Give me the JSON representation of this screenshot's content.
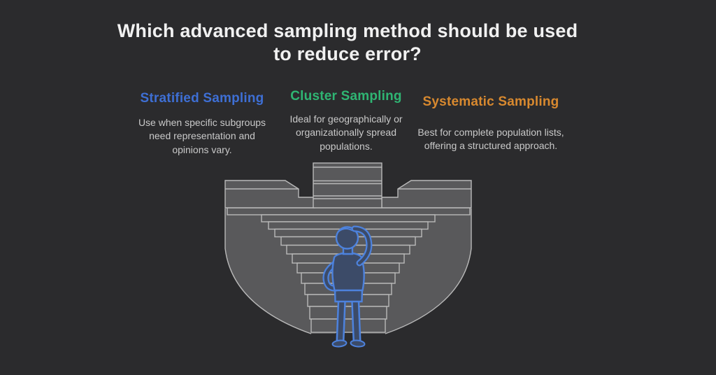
{
  "title": "Which advanced sampling method should be used to reduce error?",
  "methods": [
    {
      "name": "Stratified Sampling",
      "color": "#3e6fd4",
      "description": "Use when specific subgroups need representation and opinions vary."
    },
    {
      "name": "Cluster Sampling",
      "color": "#2fb573",
      "description": "Ideal for geographically or organizationally spread populations."
    },
    {
      "name": "Systematic Sampling",
      "color": "#d8892f",
      "description": "Best for complete population lists, offering a structured approach."
    }
  ],
  "illustration": {
    "label": "person scratching head looking up at converging staircase",
    "elements": [
      "converging-staircase",
      "central-tower",
      "side-towers",
      "person-scratching-head"
    ]
  },
  "colors": {
    "background": "#2b2b2d",
    "title_text": "#f1f1f1",
    "body_text": "#c9c9c9",
    "stairs_fill": "#59595b",
    "stairs_outline": "#b9b9b9",
    "person_outline": "#4d82dd",
    "person_fill": "#3c4b68"
  }
}
